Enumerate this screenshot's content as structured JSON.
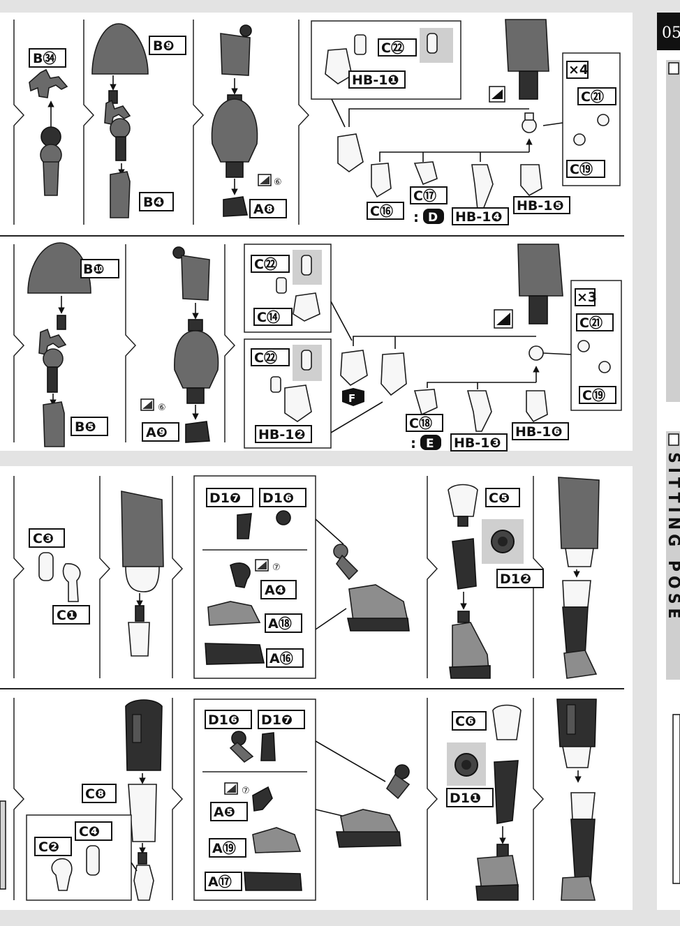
{
  "page": {
    "number": "05",
    "side_title": "SITTING POSE"
  },
  "row1": {
    "step1_part": "B㉞",
    "step2_part_top": "B❾",
    "step2_part_bottom": "B❹",
    "step3_part": "A❽",
    "step3_tool": "⑥",
    "hand_box": {
      "top": "C㉒",
      "bottom": "HB-1❶"
    },
    "ball_box": {
      "multiplier": "×4",
      "top": "C㉑",
      "bottom": "C⑲"
    },
    "hands": [
      "C⑯",
      "C⑰",
      "HB-1❹",
      "HB-1❺"
    ],
    "variant_marker": "D"
  },
  "row2": {
    "step2_part_top": "B❿",
    "step2_part_bottom": "B❺",
    "step3_part": "A❾",
    "step3_tool": "⑥",
    "hand_box_a": {
      "top": "C㉒",
      "bottom": "C⑭"
    },
    "hand_box_b": {
      "top": "C㉒",
      "bottom": "HB-1❷"
    },
    "hand_marker": "F",
    "ball_box": {
      "multiplier": "×3",
      "top": "C㉑",
      "bottom": "C⑲"
    },
    "hands": [
      "C⑱",
      "HB-1❸",
      "HB-1❻"
    ],
    "variant_marker": "E"
  },
  "row3": {
    "joint_top": "C❸",
    "joint_bottom": "C❶",
    "shoe_box": {
      "top_left": "D1❼",
      "top_right": "D1❻",
      "tool": "⑦",
      "parts": [
        "A❹",
        "A⑱",
        "A⑯"
      ]
    },
    "knee_top": "C❺",
    "knee_cap": "D1❷"
  },
  "row4": {
    "thigh": "C❽",
    "joint_box": {
      "top": "C❹",
      "left": "C❷"
    },
    "shoe_box": {
      "top_left": "D1❻",
      "top_right": "D1❼",
      "tool": "⑦",
      "parts": [
        "A❺",
        "A⑲",
        "A⑰"
      ]
    },
    "knee_top": "C❻",
    "knee_cap": "D1❶"
  }
}
